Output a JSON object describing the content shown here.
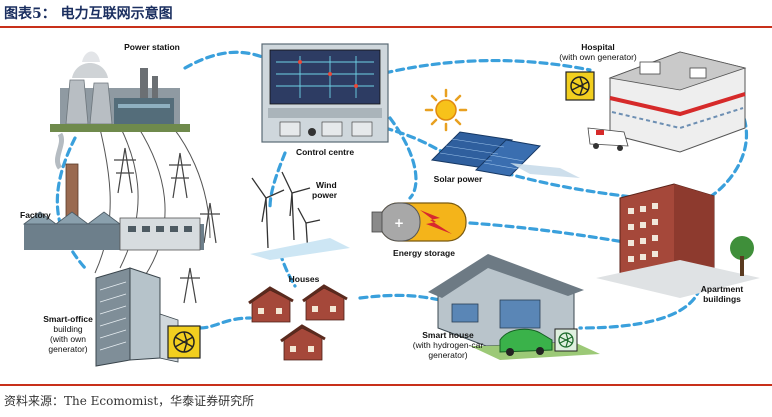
{
  "figure": {
    "title": "图表5：  电力互联网示意图",
    "source": "资料来源：The Ecomomist，华泰证券研究所"
  },
  "labels": {
    "power_station": "Power station",
    "control_centre": "Control centre",
    "hospital": [
      "Hospital",
      "(with own generator)"
    ],
    "wind_power": [
      "Wind",
      "power"
    ],
    "solar_power": "Solar power",
    "factory": "Factory",
    "energy_storage": "Energy storage",
    "apartment_buildings": [
      "Apartment",
      "buildings"
    ],
    "houses": "Houses",
    "smart_office": [
      "Smart-office",
      "building",
      "(with own",
      "generator)"
    ],
    "smart_house": [
      "Smart house",
      "(with hydrogen-car",
      "generator)"
    ]
  },
  "colors": {
    "title": "#1b2f60",
    "rule": "#c8301a",
    "grid_line": "#3aa0dc",
    "brick": "#a5483a",
    "generator": "#f2cf1f"
  },
  "icons": [
    "power-station-icon",
    "control-centre-icon",
    "hospital-icon",
    "wind-turbine-icon",
    "sun-icon",
    "solar-panel-icon",
    "factory-icon",
    "battery-icon",
    "apartment-icon",
    "house-icon",
    "office-building-icon",
    "smart-house-icon",
    "car-icon",
    "generator-icon"
  ]
}
